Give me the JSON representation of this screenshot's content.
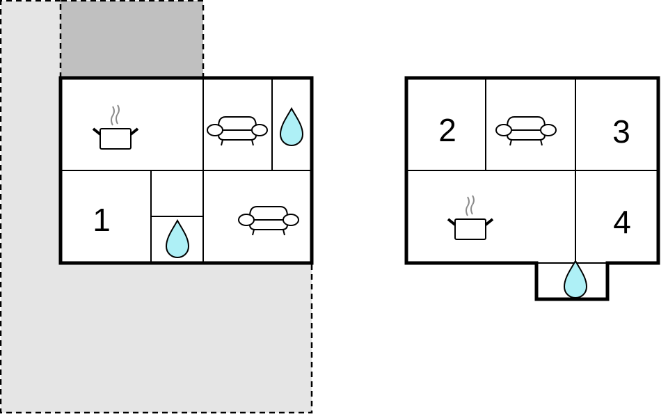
{
  "colors": {
    "terrace_light": "#e5e5e5",
    "terrace_dark": "#c0c0c0",
    "wall": "#000000",
    "water": "#aef0f6",
    "steam": "#8c8c8c"
  },
  "floor_left": {
    "rooms": [
      {
        "id": "kitchen",
        "icon": "cooking-pot-icon"
      },
      {
        "id": "living-top",
        "icon": "sofa-icon"
      },
      {
        "id": "bath-top",
        "icon": "water-drop-icon"
      },
      {
        "id": "bedroom-1",
        "label": "1"
      },
      {
        "id": "closet",
        "label": ""
      },
      {
        "id": "bath-bottom",
        "icon": "water-drop-icon"
      },
      {
        "id": "living-bottom",
        "icon": "sofa-icon"
      }
    ]
  },
  "floor_right": {
    "rooms": [
      {
        "id": "bedroom-2",
        "label": "2"
      },
      {
        "id": "living",
        "icon": "sofa-icon"
      },
      {
        "id": "bedroom-3",
        "label": "3"
      },
      {
        "id": "kitchen",
        "icon": "cooking-pot-icon"
      },
      {
        "id": "bedroom-4",
        "label": "4"
      },
      {
        "id": "bathroom",
        "icon": "water-drop-icon"
      }
    ]
  }
}
